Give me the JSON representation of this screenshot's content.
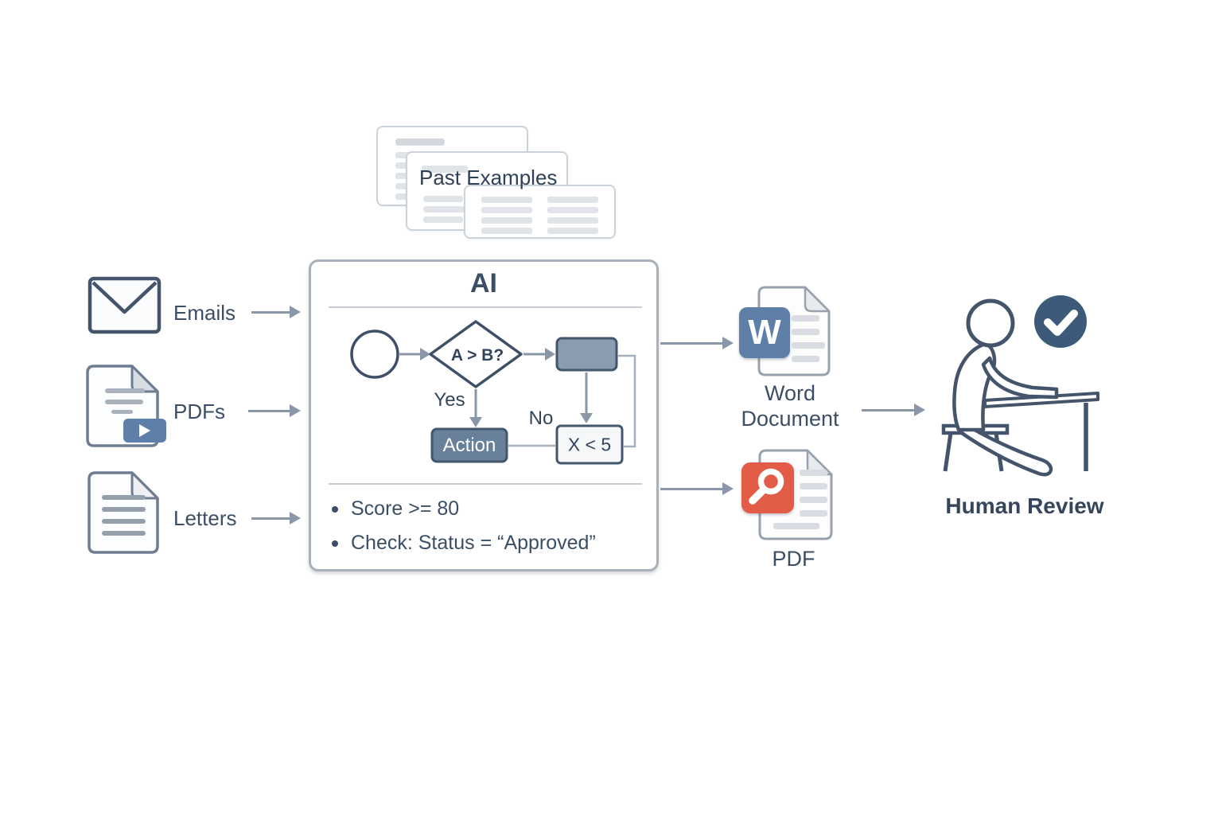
{
  "past_examples": {
    "label": "Past Examples"
  },
  "inputs": [
    {
      "label": "Emails",
      "icon": "envelope-icon"
    },
    {
      "label": "PDFs",
      "icon": "pdf-play-document-icon"
    },
    {
      "label": "Letters",
      "icon": "letter-document-icon"
    }
  ],
  "ai_box": {
    "title": "AI",
    "flowchart": {
      "decision": "A > B?",
      "yes": "Yes",
      "no": "No",
      "action": "Action",
      "condition": "X < 5"
    },
    "rules": [
      "Score >= 80",
      "Check: Status = “Approved”"
    ]
  },
  "outputs": {
    "word": {
      "badge_letter": "W",
      "label_line1": "Word",
      "label_line2": "Document"
    },
    "pdf": {
      "label": "PDF",
      "badge_icon": "magnifier-icon"
    }
  },
  "human_review": {
    "label": "Human Review",
    "badge_icon": "checkmark-icon"
  },
  "icons": [
    "envelope-icon",
    "pdf-play-document-icon",
    "letter-document-icon",
    "word-badge-icon",
    "magnifier-icon",
    "person-at-desk-icon",
    "checkmark-badge-icon",
    "start-circle",
    "decision-diamond",
    "flow-arrow-icon"
  ],
  "colors": {
    "ink": "#3a4e66",
    "figure_stroke": "#44546b",
    "arrow": "#8a97a8",
    "panel_border": "#a7b0bb",
    "process_fill": "#8b9cb0",
    "action_fill": "#68809a",
    "condition_fill": "#f5f7f9",
    "word_badge": "#5d7fa8",
    "pdf_badge": "#e25c48",
    "check_badge": "#3e5a7a"
  }
}
